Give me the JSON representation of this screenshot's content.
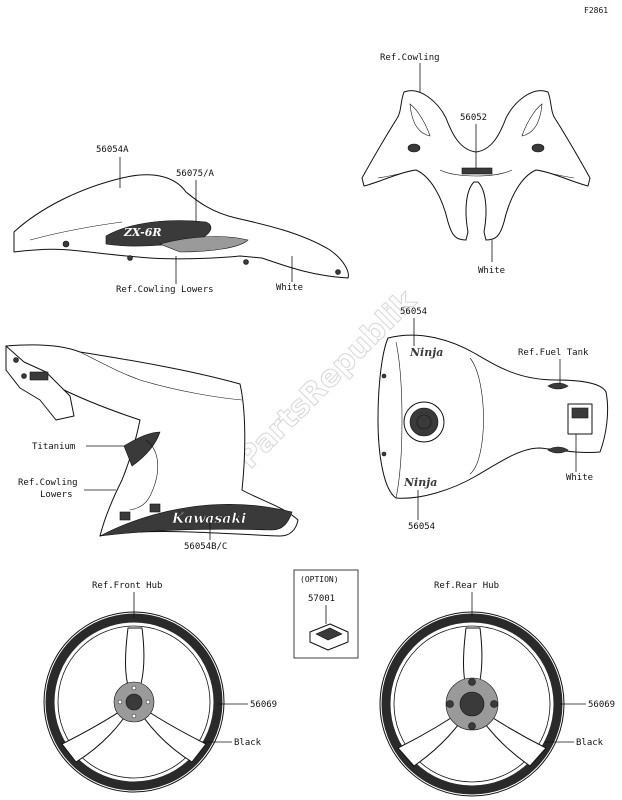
{
  "figure_code": "F2861",
  "watermark": "PartsRepublik",
  "callouts": {
    "ref_cowling": "Ref.Cowling",
    "p56052": "56052",
    "white_front": "White",
    "p56054A": "56054A",
    "p56075A": "56075/A",
    "ref_cowling_lowers_top": "Ref.Cowling Lowers",
    "white_side": "White",
    "p56054_tank_top": "56054",
    "ref_fuel_tank": "Ref.Fuel Tank",
    "white_tank": "White",
    "p56054_tank_bottom": "56054",
    "titanium": "Titanium",
    "ref_cowling_lowers_line1": "Ref.Cowling",
    "ref_cowling_lowers_line2": "Lowers",
    "p56054BC": "56054B/C",
    "option_label": "(OPTION)",
    "p57001": "57001",
    "ref_front_hub": "Ref.Front Hub",
    "p56069_front": "56069",
    "black_front": "Black",
    "ref_rear_hub": "Ref.Rear Hub",
    "p56069_rear": "56069",
    "black_rear": "Black"
  },
  "decals": {
    "kawasaki": "Kawasaki",
    "ninja_top": "Ninja",
    "ninja_bottom": "Ninja",
    "zx_badge": "ZX-6R"
  }
}
